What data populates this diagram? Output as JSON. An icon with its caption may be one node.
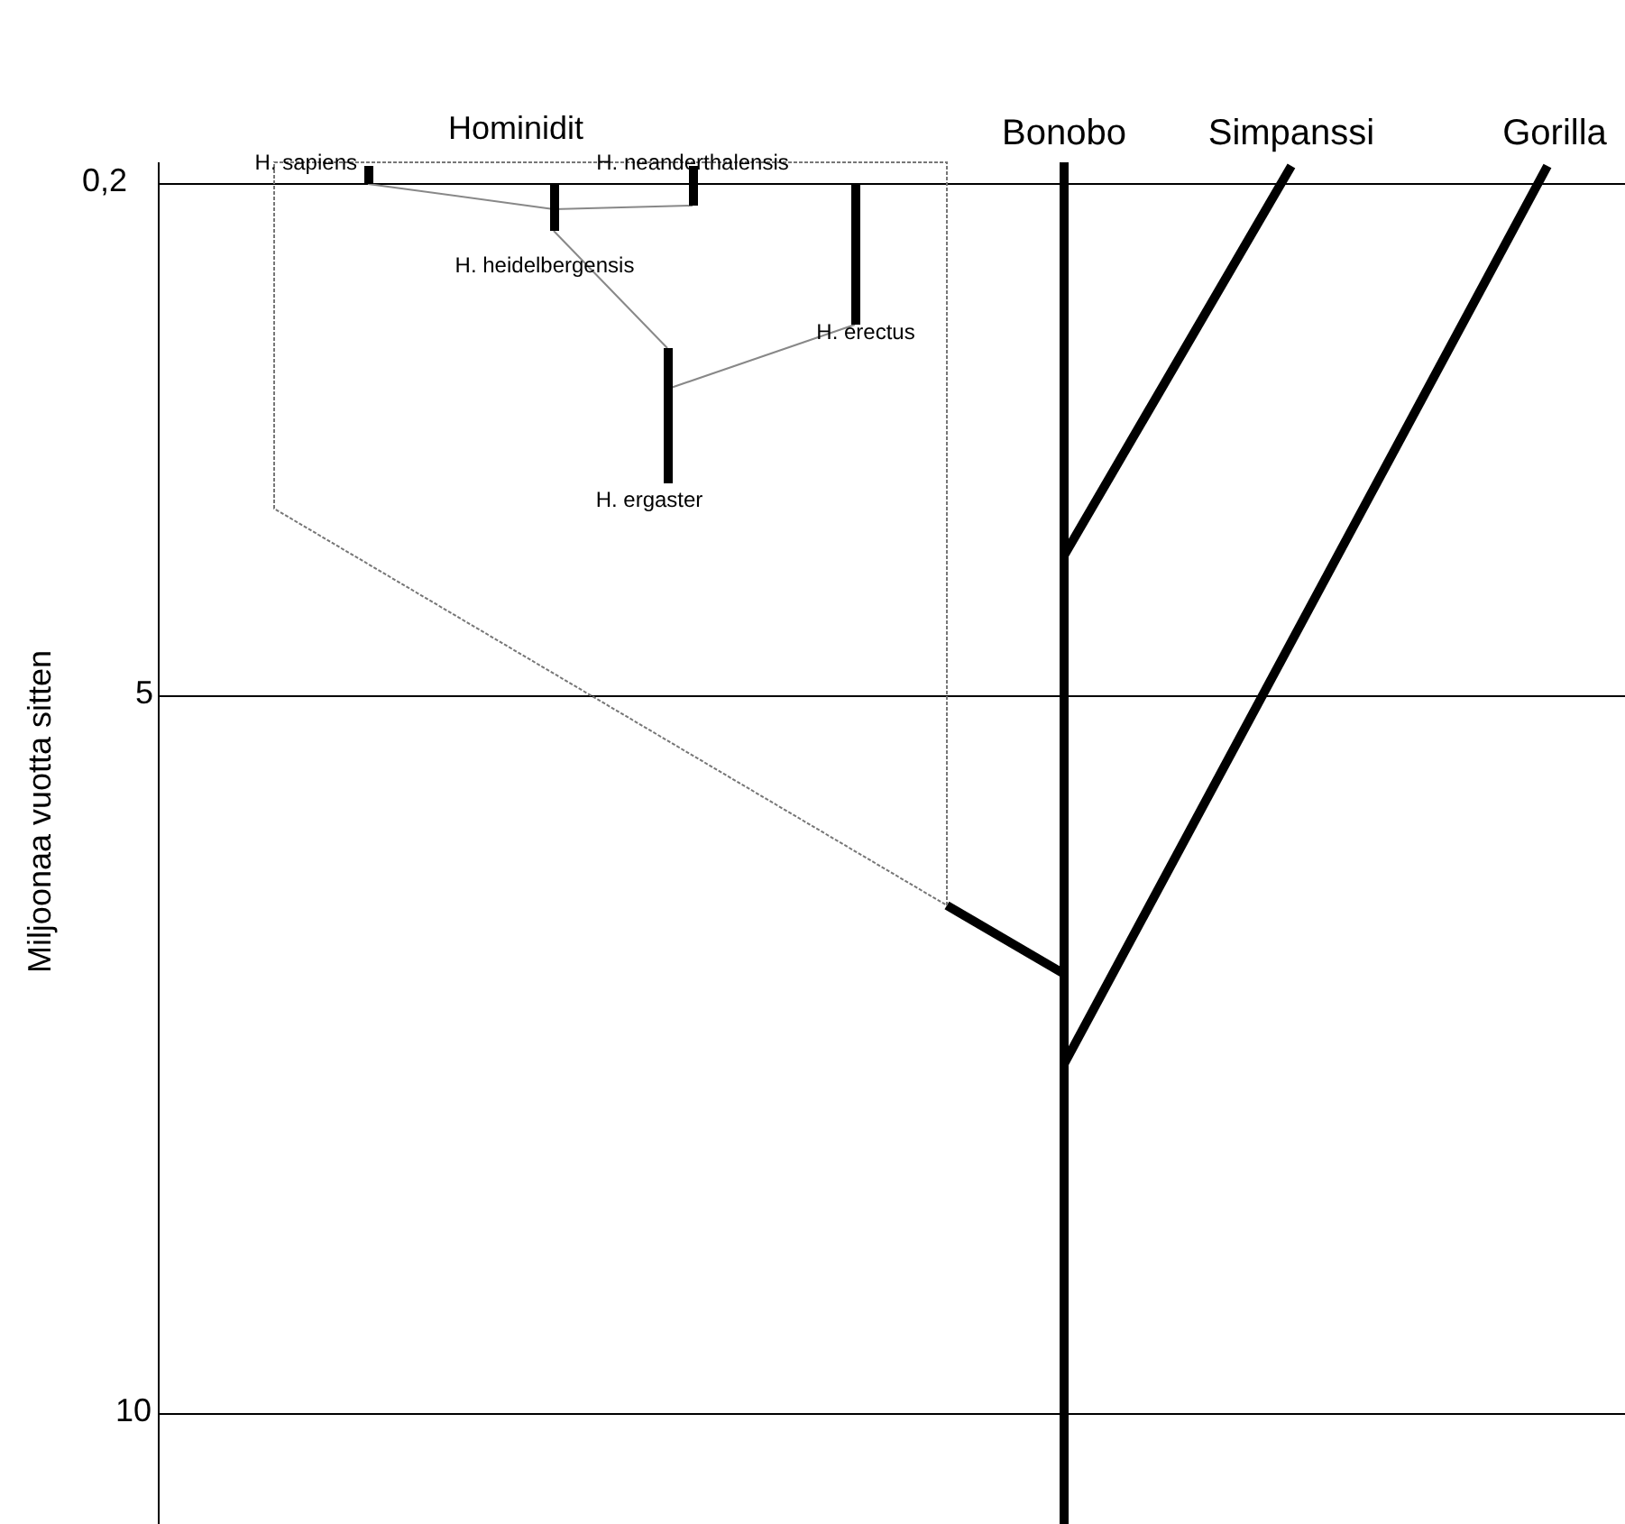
{
  "diagram": {
    "nodes": [
      {
        "text": [
          "Hominidit"
        ]
      },
      {
        "text": [],
        "shape": "bar",
        "in": 0,
        "beside": [
          "H. sapiens"
        ]
      },
      {
        "text": [],
        "shape": "bar",
        "in": 0,
        "beside": [
          "H. neanderthalensis"
        ]
      },
      {
        "text": [],
        "shape": "bar",
        "in": 0,
        "beside": [
          "H. heidelbergensis"
        ]
      },
      {
        "text": [],
        "shape": "bar",
        "in": 0,
        "beside": [
          "H. erectus"
        ]
      },
      {
        "text": [],
        "shape": "bar",
        "in": 0,
        "beside": [
          "H. ergaster"
        ]
      }
    ],
    "edges": [
      {
        "from": 3,
        "to": 1,
        "arrow": "none"
      },
      {
        "from": 3,
        "to": 2,
        "arrow": "none"
      },
      {
        "from": 5,
        "to": 3,
        "arrow": "none"
      },
      {
        "from": 5,
        "to": 4,
        "arrow": "none"
      }
    ],
    "labels": [
      "Bonobo",
      "Simpanssi",
      "Gorilla",
      "0,2",
      "Miljoonaa vuotta sitten",
      "5",
      "10"
    ]
  }
}
